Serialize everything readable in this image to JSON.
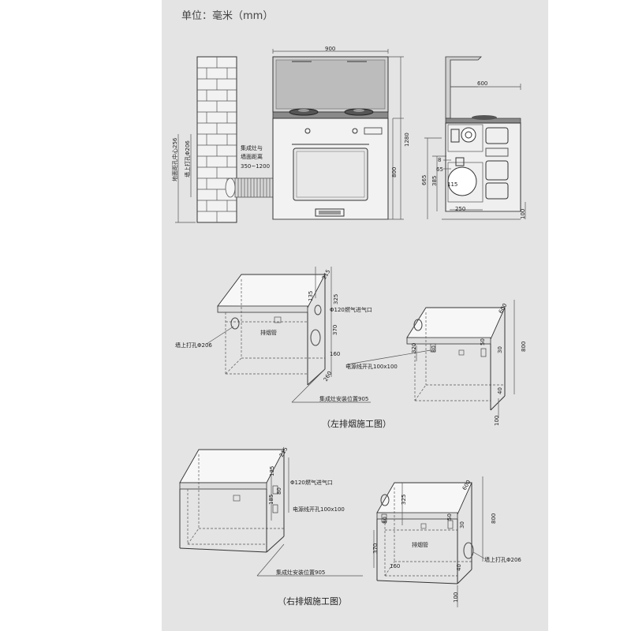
{
  "unit_label": "单位：毫米（mm）",
  "elevation": {
    "wall_hole_center_height": "地面距孔中心256",
    "wall_hole_diameter": "墙上打孔Φ206",
    "stove_wall_distance_line1": "集成灶与",
    "stove_wall_distance_line2": "墙面距离",
    "stove_wall_distance_value": "350~1200",
    "front_width": "900",
    "total_height": "1280",
    "cabinet_height": "800",
    "side_depth": "600",
    "side_height_665": "665",
    "side_height_385": "385",
    "side_small_8": "8",
    "side_small_65": "65",
    "duct_diameter": "115",
    "side_width_250": "250",
    "leg_height": "100"
  },
  "left_exhaust": {
    "caption": "（左排烟施工图）",
    "gas_inlet": "Φ120燃气进气口",
    "smoke_pipe": "排烟管",
    "wall_hole": "墙上打孔Φ206",
    "power_hole": "电源线开孔100x100",
    "install_position": "集成灶安装位置905",
    "dims_left": [
      "215",
      "135",
      "325",
      "370",
      "160",
      "260"
    ],
    "dims_right": [
      "600",
      "800",
      "50",
      "30",
      "320",
      "80",
      "40",
      "100"
    ]
  },
  "right_exhaust": {
    "caption": "（右排烟施工图）",
    "gas_inlet": "Φ120燃气进气口",
    "power_hole": "电源线开孔100x100",
    "install_position": "集成灶安装位置905",
    "smoke_pipe": "排烟管",
    "wall_hole": "墙上打孔Φ206",
    "dims_left": [
      "215",
      "135",
      "80",
      "185"
    ],
    "dims_right": [
      "325",
      "600",
      "800",
      "50",
      "30",
      "80",
      "370",
      "160",
      "40",
      "100"
    ]
  }
}
